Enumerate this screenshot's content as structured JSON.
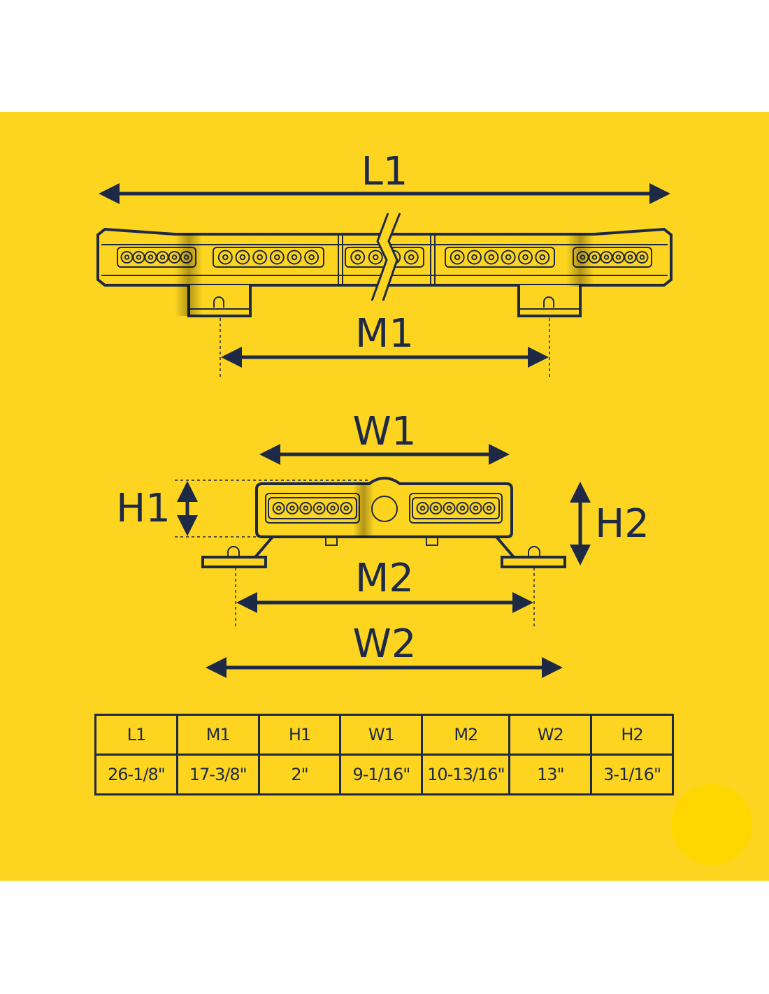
{
  "colors": {
    "background": "#FDD520",
    "line": "#1E2A45"
  },
  "labels": {
    "L1": "L1",
    "M1": "M1",
    "W1": "W1",
    "H1": "H1",
    "H2": "H2",
    "M2": "M2",
    "W2": "W2"
  },
  "table": {
    "headers": [
      "L1",
      "M1",
      "H1",
      "W1",
      "M2",
      "W2",
      "H2"
    ],
    "values": [
      "26-1/8\"",
      "17-3/8\"",
      "2\"",
      "9-1/16\"",
      "10-13/16\"",
      "13\"",
      "3-1/16\""
    ]
  }
}
